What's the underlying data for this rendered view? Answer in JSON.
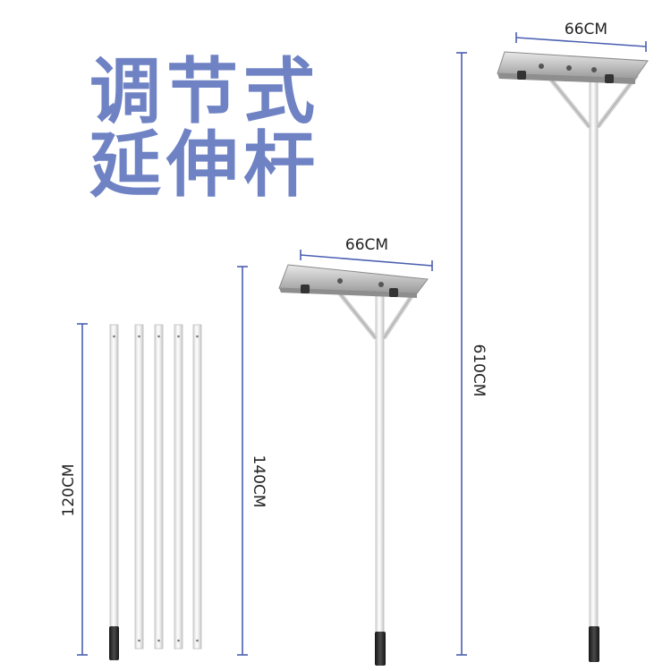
{
  "title": {
    "line1": "调节式",
    "line2": "延伸杆"
  },
  "dimensions": {
    "poles": "120CM",
    "short_assembly": "140CM",
    "short_head": "66CM",
    "tall_assembly": "610CM",
    "tall_head": "66CM"
  },
  "colors": {
    "title": "#6f83c4",
    "dimension_line": "#4a5fb0",
    "pole": "#f1f1f1",
    "grip": "#2a2a2a",
    "blade": "#c9c9c9"
  },
  "pole_count": 5
}
